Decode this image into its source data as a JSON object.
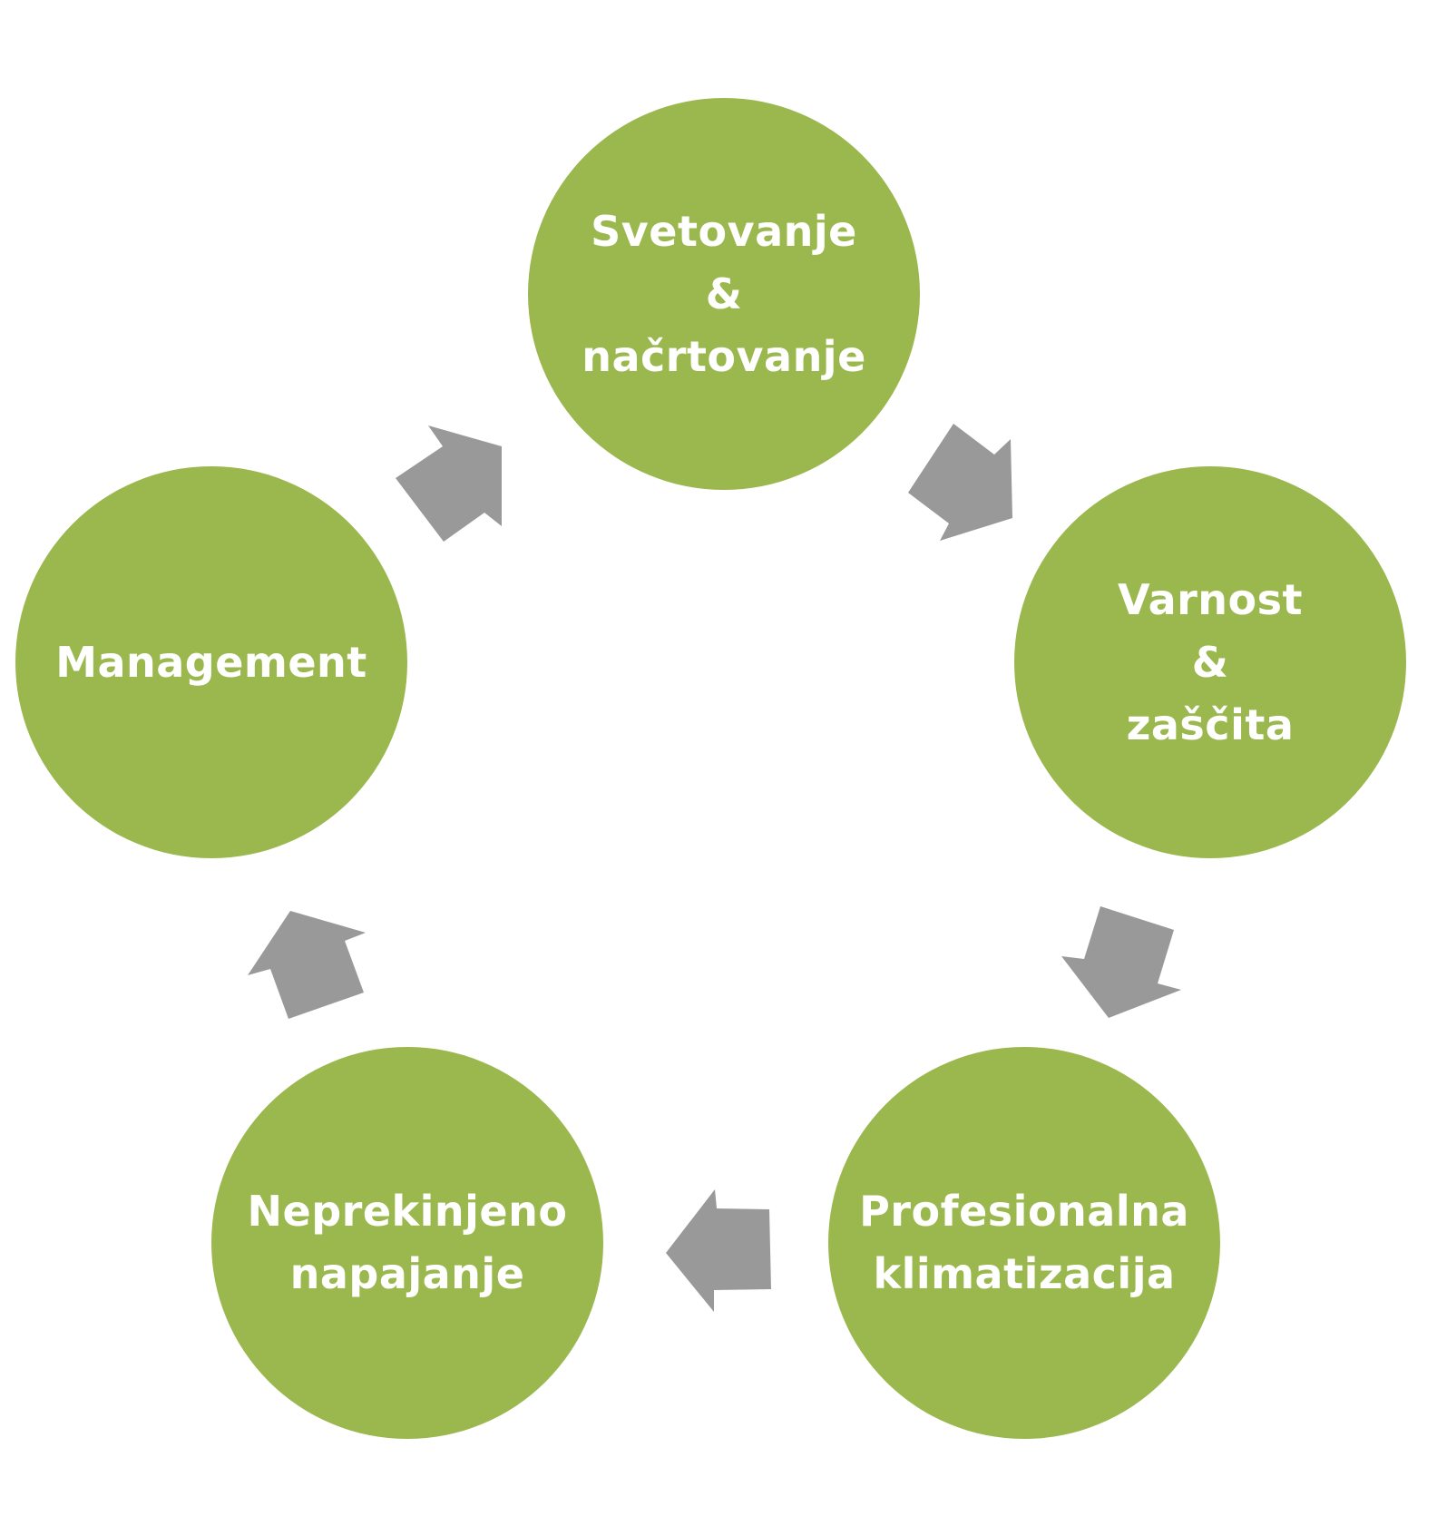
{
  "colors": {
    "node_fill": "#9BB84E",
    "node_text": "#FFFFFF",
    "arrow_fill": "#999999",
    "background": "#FFFFFF"
  },
  "cycle": {
    "nodes": [
      {
        "lines": [
          "Svetovanje",
          "&",
          "načrtovanje"
        ]
      },
      {
        "lines": [
          "Varnost",
          "&",
          "zaščita"
        ]
      },
      {
        "lines": [
          "Profesionalna",
          "klimatizacija"
        ]
      },
      {
        "lines": [
          "Neprekinjeno",
          "napajanje"
        ]
      },
      {
        "lines": [
          "Management"
        ]
      }
    ],
    "arrow_icon": "block-arrow-icon"
  }
}
